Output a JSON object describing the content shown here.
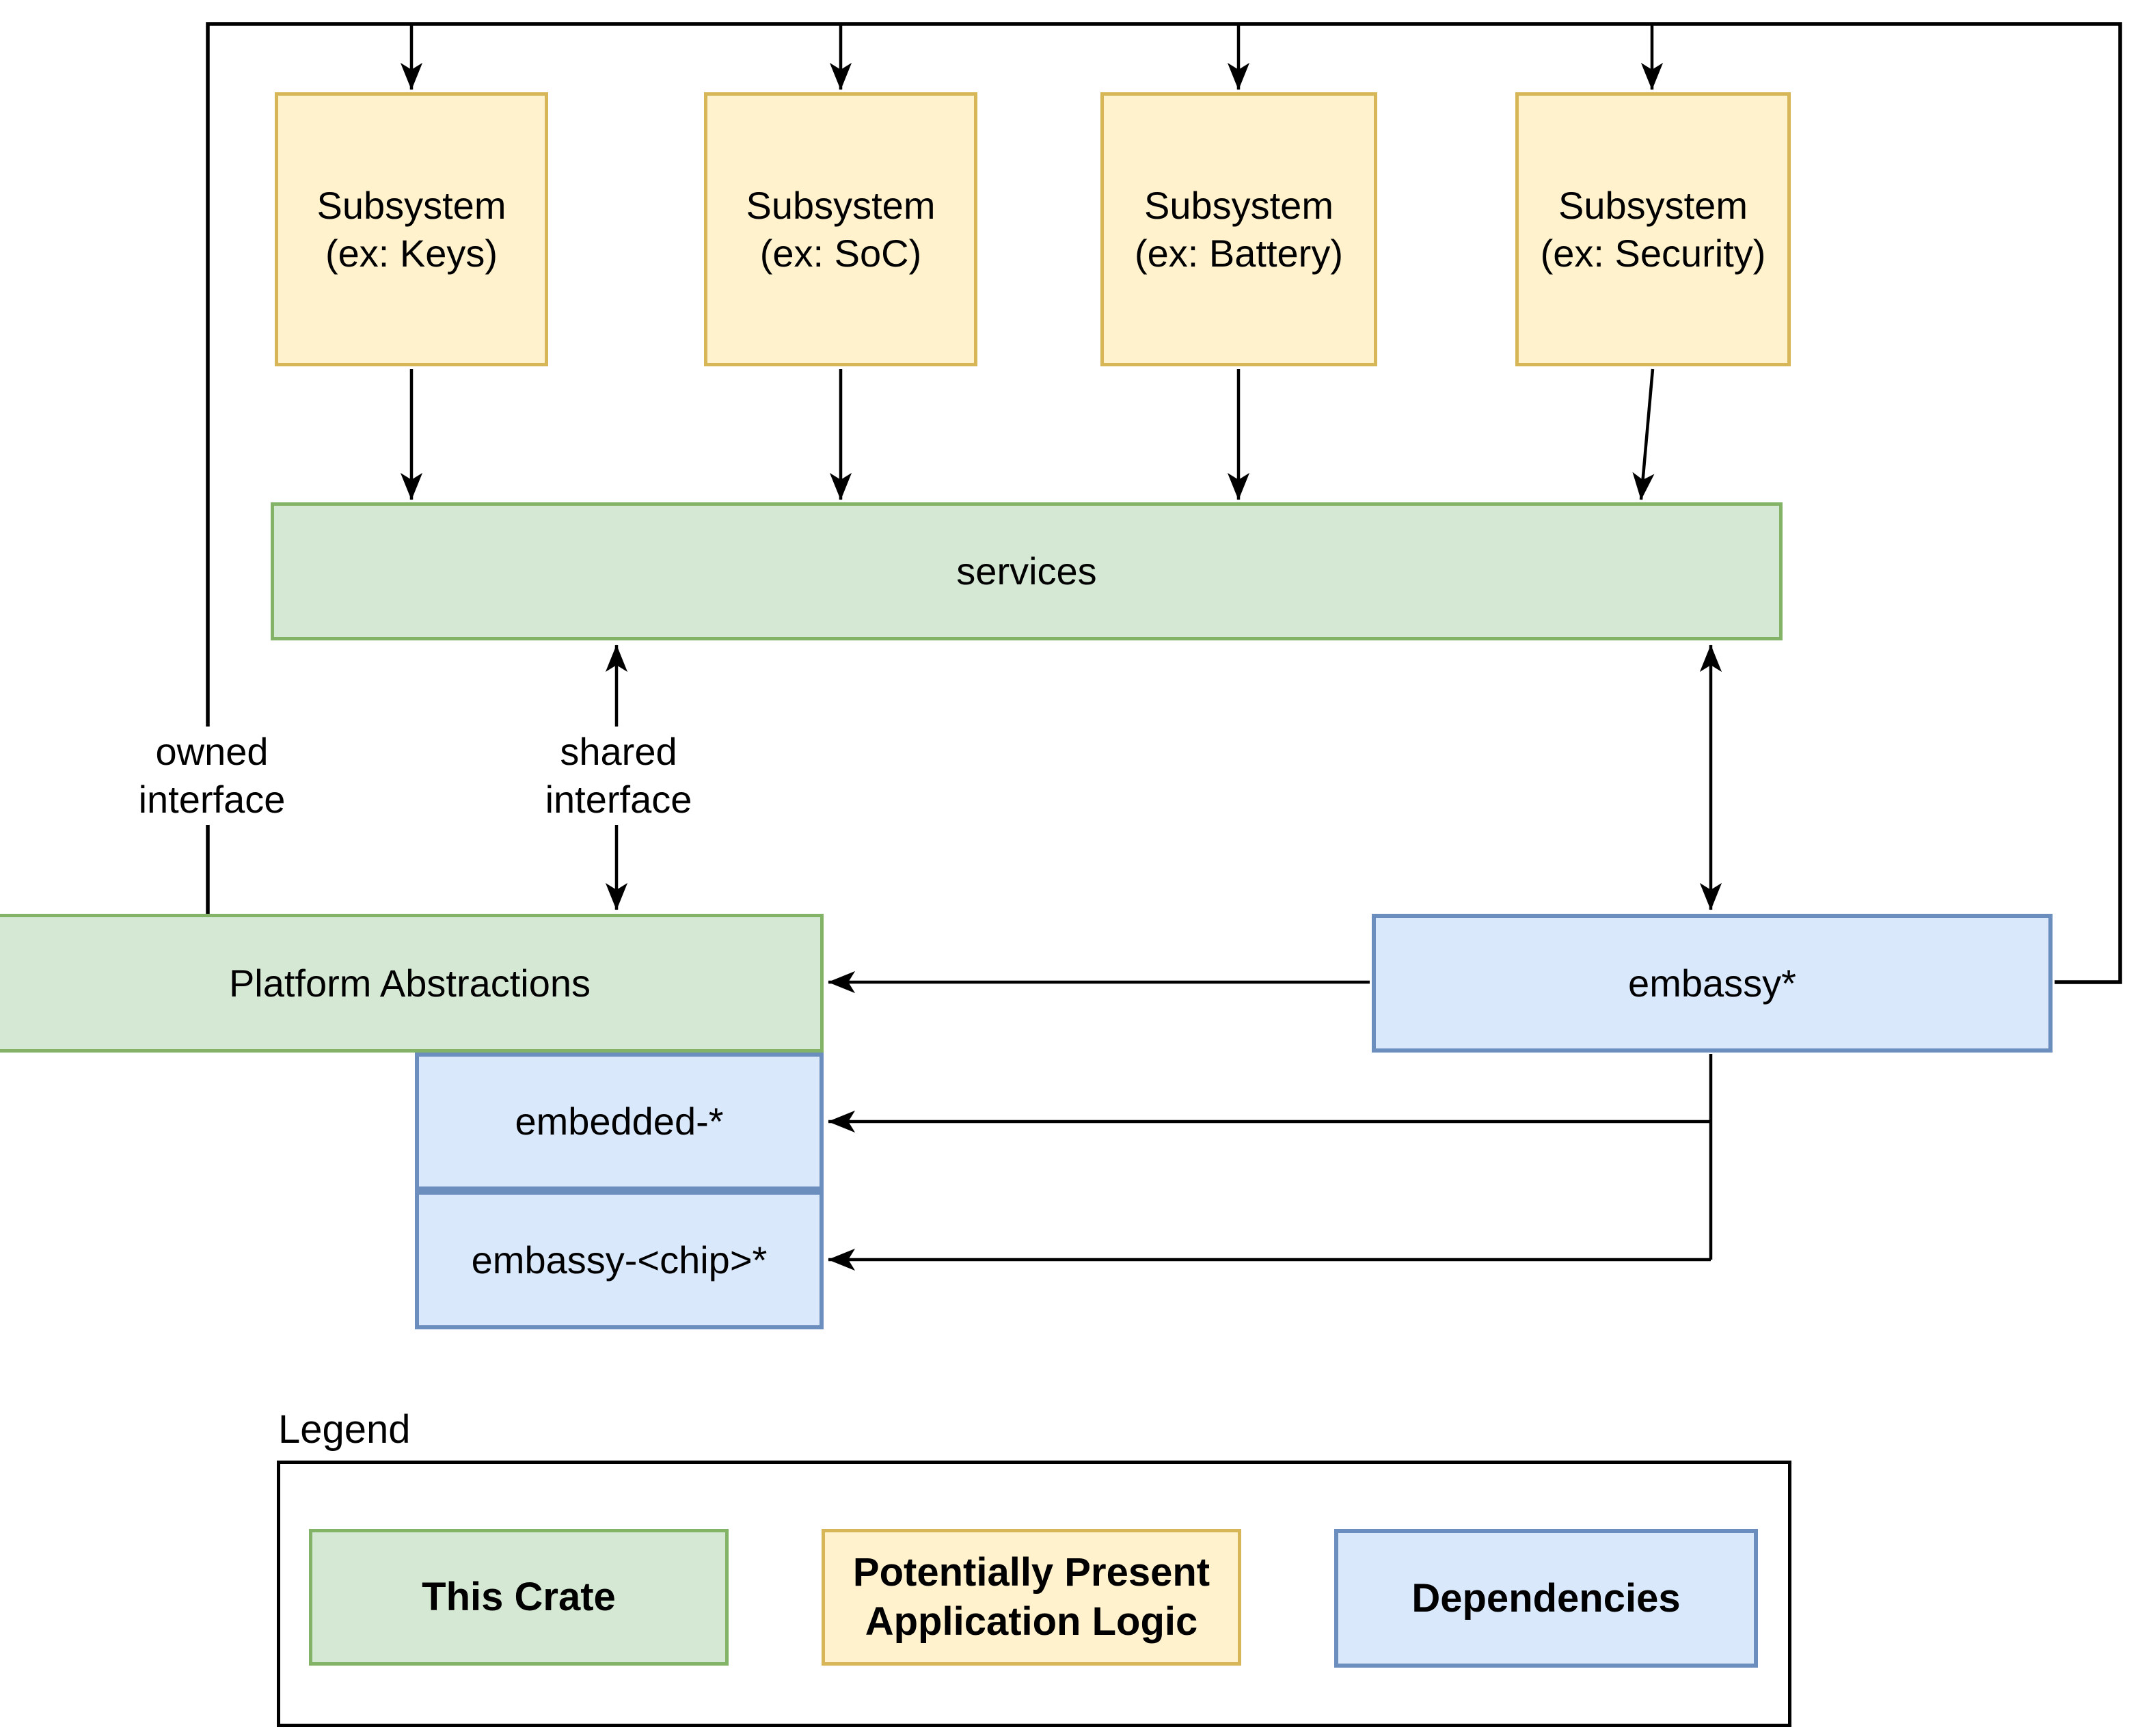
{
  "diagram": {
    "subsystems": [
      {
        "label": "Subsystem (ex: Keys)"
      },
      {
        "label": "Subsystem (ex: SoC)"
      },
      {
        "label": "Subsystem (ex: Battery)"
      },
      {
        "label": "Subsystem (ex: Security)"
      }
    ],
    "services": {
      "label": "services"
    },
    "platform": {
      "label": "Platform Abstractions"
    },
    "embedded": {
      "label": "embedded-*"
    },
    "embassy_chip": {
      "label": "embassy-<chip>*"
    },
    "embassy": {
      "label": "embassy*"
    },
    "annotations": {
      "owned": "owned interface",
      "shared": "shared interface"
    }
  },
  "legend": {
    "title": "Legend",
    "items": [
      {
        "label": "This Crate",
        "style": "this-crate"
      },
      {
        "label": "Potentially Present Application Logic",
        "style": "potentially-present-application-logic"
      },
      {
        "label": "Dependencies",
        "style": "dependencies"
      }
    ]
  },
  "colors": {
    "this_crate_fill": "#d5e8d4",
    "this_crate_stroke": "#82b366",
    "application_logic_fill": "#fff2cc",
    "application_logic_stroke": "#d6b656",
    "dependency_fill": "#dae8fc",
    "dependency_stroke": "#6c8ebf",
    "connector": "#000000"
  }
}
